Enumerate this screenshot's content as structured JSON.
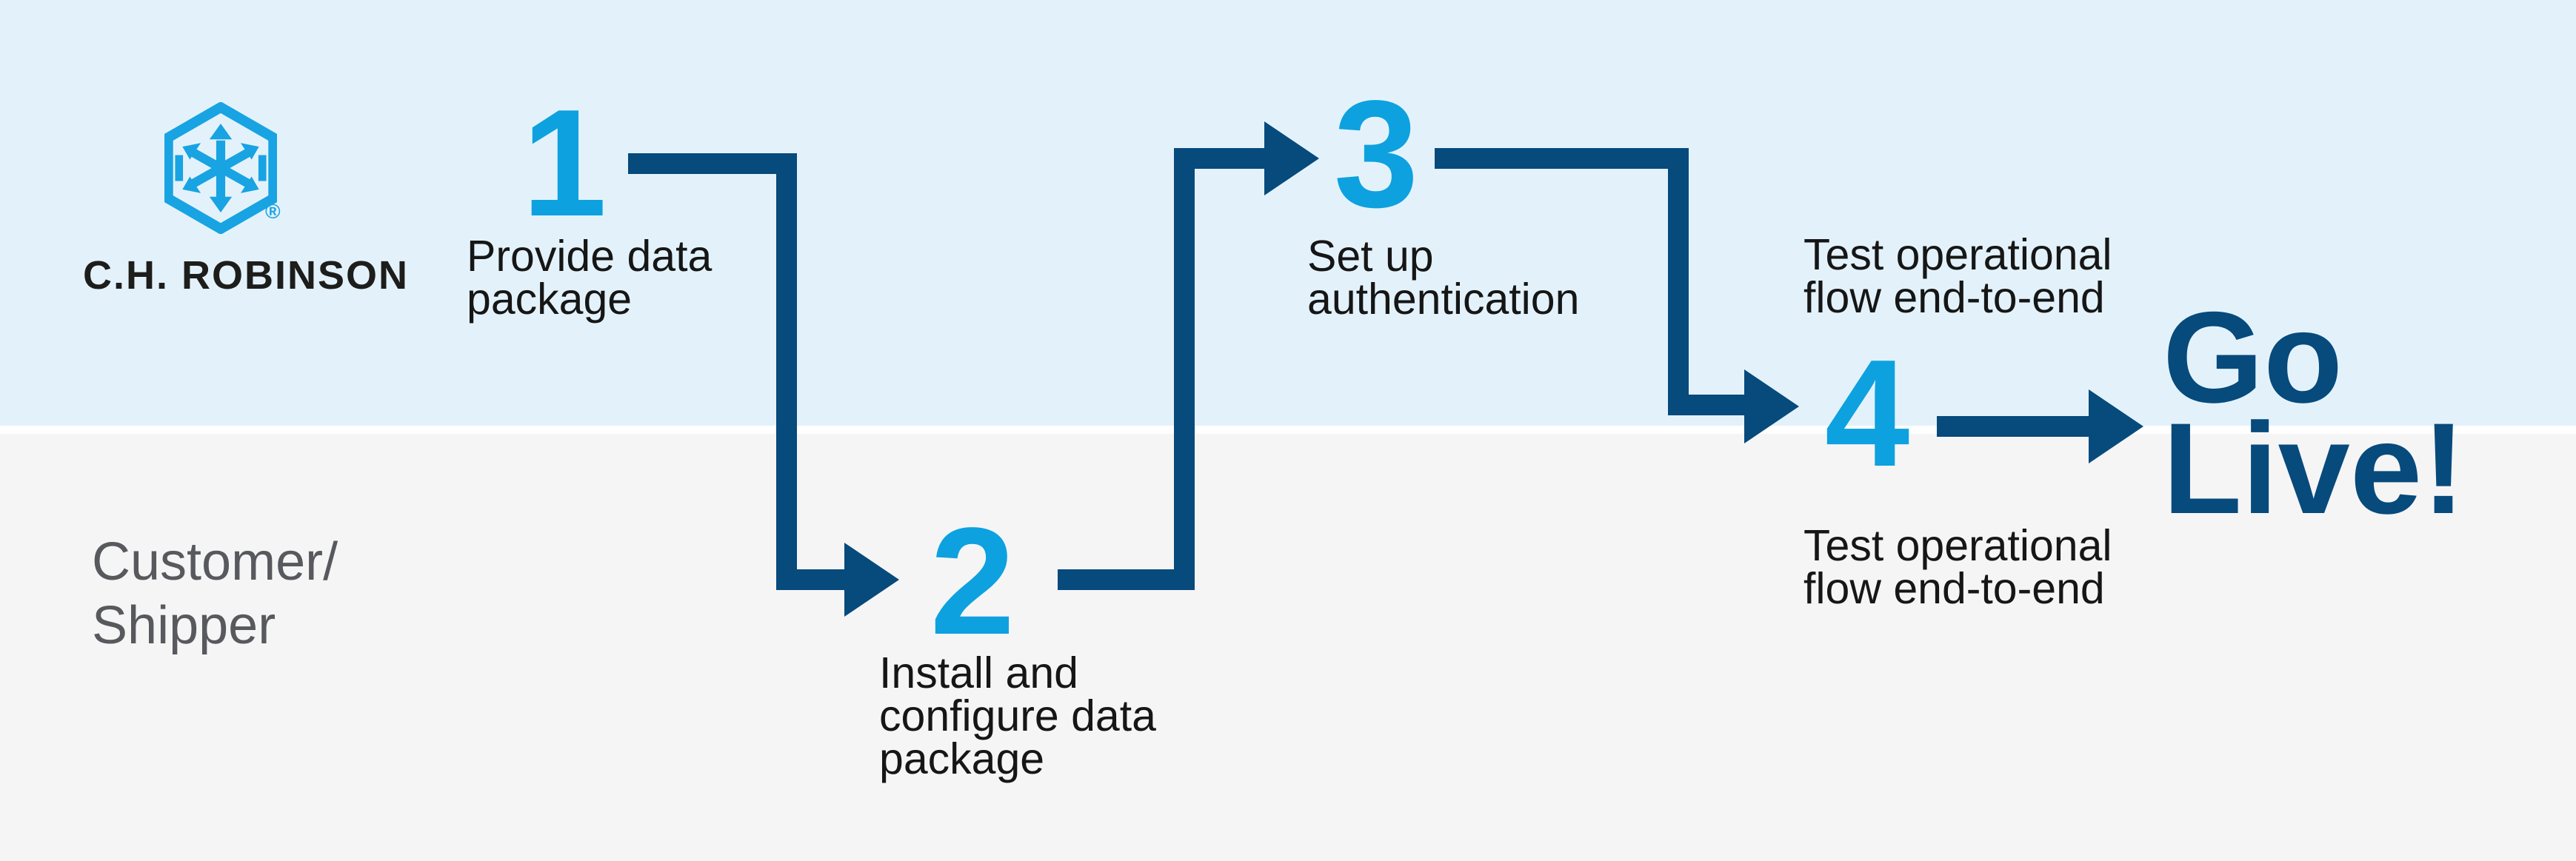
{
  "colors": {
    "navy": "#074A7C",
    "cyan": "#0DA1E0",
    "logo_cyan": "#18A3E3",
    "band_top_bg": "#E3F2FA",
    "band_bottom_bg": "#F5F5F6",
    "divider": "#FFFFFF",
    "step_text": "#161616",
    "lane_label_gray": "#58595D",
    "brand_text": "#1D1D1B"
  },
  "brand": {
    "name": "C.H. ROBINSON",
    "logo_icon": "hexagon-cube-arrows",
    "registered_mark": "®"
  },
  "lanes": {
    "top": "C.H. Robinson (brand logo)",
    "bottom": "Customer/\nShipper"
  },
  "steps": [
    {
      "number": "1",
      "label": "Provide data\npackage"
    },
    {
      "number": "2",
      "label": "Install and\nconfigure data\npackage"
    },
    {
      "number": "3",
      "label": "Set up\nauthentication"
    },
    {
      "number": "4",
      "label_above": "Test operational\nflow end-to-end",
      "label_below": "Test operational\nflow end-to-end"
    }
  ],
  "outcome": {
    "label": "Go\nLive!"
  }
}
